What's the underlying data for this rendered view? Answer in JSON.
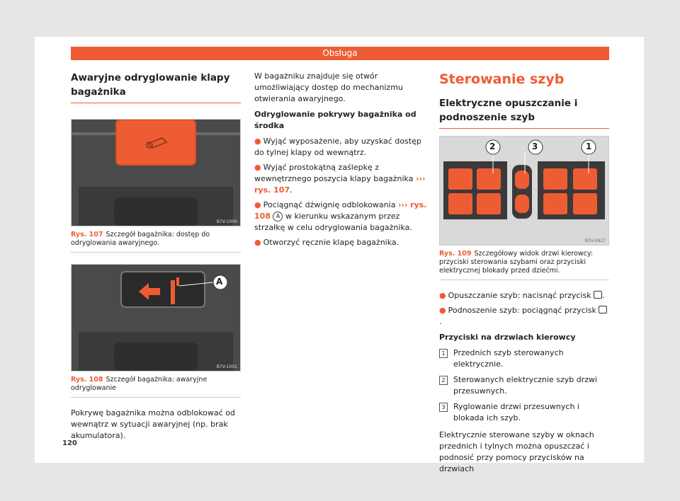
{
  "header": {
    "title": "Obsługa"
  },
  "page_number": "120",
  "col1": {
    "heading": "Awaryjne odryglowanie klapy bagażnika",
    "fig107": {
      "code": "B7V-1000",
      "label": "Rys. 107",
      "caption": "Szczegół bagażnika: dostęp do odryglowania awaryjnego."
    },
    "fig108": {
      "code": "B7V-1001",
      "label": "Rys. 108",
      "caption": "Szczegół bagażnika: awaryjne odryglowanie",
      "callout": "A"
    },
    "paragraph": "Pokrywę bagażnika można odblokować od wewnątrz w sytuacji awaryjnej (np. brak akumulatora)."
  },
  "col2": {
    "intro": "W bagażniku znajduje się otwór umożliwiający dostęp do mechanizmu otwierania awaryjnego.",
    "subheading": "Odryglowanie pokrywy bagażnika od środka",
    "bullet1": "Wyjąć wyposażenie, aby uzyskać dostęp do tylnej klapy od wewnątrz.",
    "bullet2_text": "Wyjąć prostokątną zaślepkę z wewnętrznego poszycia klapy bagażnika",
    "bullet2_arrows": "›››",
    "bullet2_ref": "rys. 107",
    "bullet3_text": "Pociągnąć dźwignię odblokowania",
    "bullet3_arrows": "›››",
    "bullet3_ref": "rys. 108",
    "bullet3_callout": "A",
    "bullet3_rest": "w kierunku wskazanym przez strzałkę w celu odryglowania bagażnika.",
    "bullet4": "Otworzyć ręcznie klapę bagażnika."
  },
  "col3": {
    "title": "Sterowanie szyb",
    "heading": "Elektryczne opuszczanie i podnoszenie szyb",
    "fig109": {
      "code": "B7V-0927",
      "label": "Rys. 109",
      "caption": "Szczegółowy widok drzwi kierowcy: przyciski sterowania szybami oraz przyciski elektrycznej blokady przed dziećmi.",
      "callouts": [
        "2",
        "3",
        "1"
      ]
    },
    "bullet1": "Opuszczanie szyb: nacisnąć przycisk",
    "bullet2": "Podnoszenie szyb: pociągnąć przycisk",
    "subheading": "Przyciski na drzwiach kierowcy",
    "items": [
      {
        "num": "1",
        "text": "Przednich szyb sterowanych elektrycznie."
      },
      {
        "num": "2",
        "text": "Sterowanych elektrycznie szyb drzwi przesuwnych."
      },
      {
        "num": "3",
        "text": "Ryglowanie drzwi przesuwnych i blokada ich szyb."
      }
    ],
    "paragraph": "Elektrycznie sterowane szyby w oknach przednich i tylnych można opuszczać i podnosić przy pomocy przycisków na drzwiach"
  },
  "colors": {
    "accent": "#ee5c33"
  }
}
